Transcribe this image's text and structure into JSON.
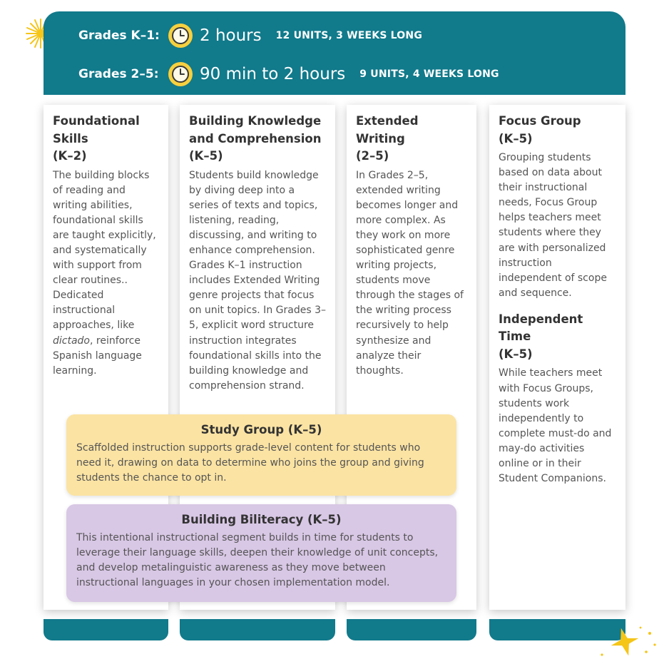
{
  "header": {
    "rows": [
      {
        "grade": "Grades K–1:",
        "hours": "2 hours",
        "units": "12 UNITS, 3 WEEKS LONG"
      },
      {
        "grade": "Grades 2–5:",
        "hours": "90 min to 2 hours",
        "units": "9 UNITS, 4 WEEKS LONG"
      }
    ]
  },
  "columns": [
    {
      "title_lines": [
        "Foundational",
        "Skills",
        "(K–2)"
      ],
      "text_pre": "The building blocks of reading and writing abilities, foundational skills are taught explicitly, and systematically with support from clear routines.. Dedicated instructional approaches, like ",
      "text_em": "dictado",
      "text_post": ", reinforce Spanish language learning."
    },
    {
      "title_lines": [
        "Building Knowledge",
        "and Comprehension",
        "(K–5)"
      ],
      "text": "Students build knowledge by diving deep into a series of texts and topics, listening, reading, discussing, and writing to enhance comprehension. Grades K–1 instruction includes Extended Writing genre projects that focus on unit topics. In Grades 3–5, explicit word structure instruction integrates foundational skills into the building knowledge and comprehension strand."
    },
    {
      "title_lines": [
        "Extended",
        "Writing",
        "(2–5)"
      ],
      "text": "In Grades 2–5, extended writing becomes longer and more complex. As they work on more sophisticated genre writing projects, students move through the stages of the writing process recursively to help synthesize and analyze their thoughts."
    },
    {
      "title_lines": [
        "Focus Group",
        "(K–5)"
      ],
      "text": "Grouping students based on data about their instructional needs, Focus Group helps teachers meet students where they are with personalized instruction independent of scope and sequence.",
      "title2_lines": [
        "Independent Time",
        "(K–5)"
      ],
      "text2": "While teachers meet with Focus Groups, students work independently to complete must-do and may-do activities online or in their Student Companions."
    }
  ],
  "bands": {
    "study": {
      "title": "Study Group (K–5)",
      "text": "Scaffolded instruction supports grade-level content for students who need it, drawing on data to determine who joins the group and giving students the chance to opt in."
    },
    "biliteracy": {
      "title": "Building Biliteracy (K–5)",
      "text": "This intentional instructional segment builds in time for students to leverage their language skills, deepen their knowledge of unit concepts, and develop metalinguistic awareness as they move between instructional languages in your chosen implementation model."
    }
  },
  "colors": {
    "teal": "#117a8b",
    "clock_yellow": "#f7d03f",
    "study_yellow": "#fbe3a3",
    "biliteracy_purple": "#d8c7e5",
    "sparkle": "#f5c518"
  },
  "icons": {
    "clock": "clock-icon",
    "sparkle": "sparkle-icon"
  }
}
